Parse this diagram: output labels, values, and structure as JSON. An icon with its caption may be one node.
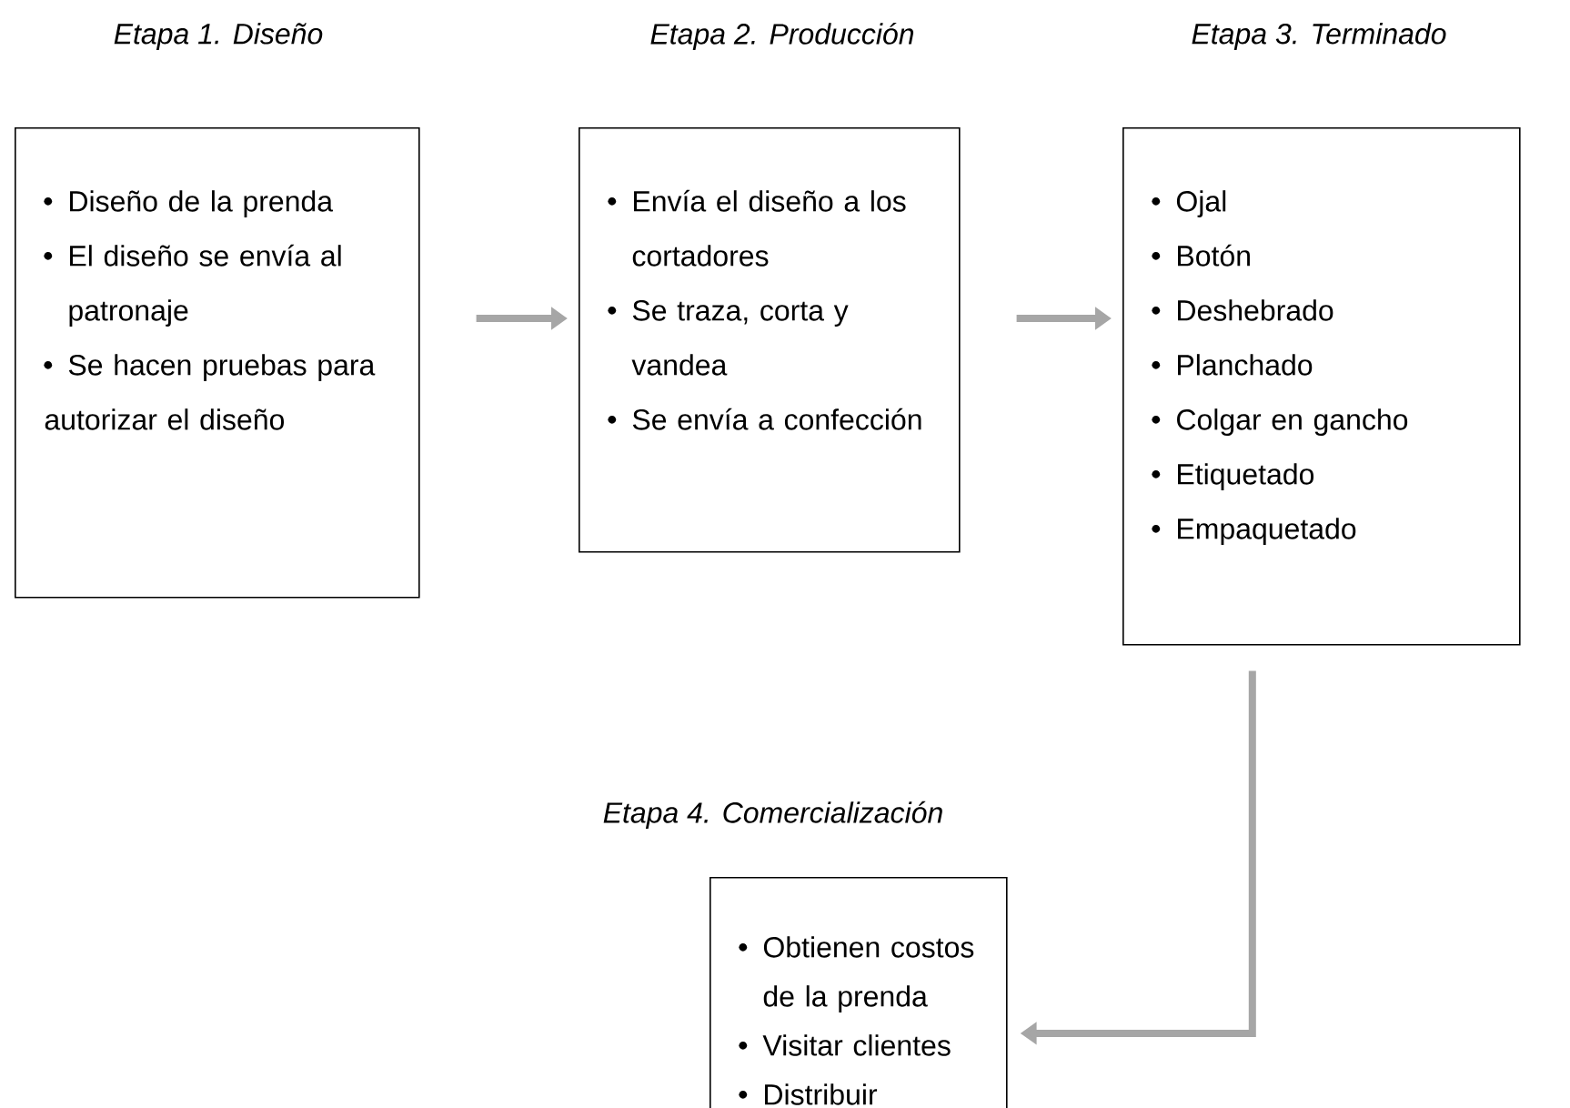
{
  "diagram": {
    "nodes": [
      {
        "text": [
          "Etapa 1. Diseño",
          "Diseño de la prenda",
          "El diseño se envía al patronaje",
          "Se hacen pruebas para autorizar el diseño"
        ]
      },
      {
        "text": [
          "Etapa 2. Producción",
          "Envía el diseño a los cortadores",
          "Se traza, corta y vandea",
          "Se envía a confección"
        ]
      },
      {
        "text": [
          "Etapa 3. Terminado",
          "Ojal",
          "Botón",
          "Deshebrado",
          "Planchado",
          "Colgar en gancho",
          "Etiquetado",
          "Empaquetado"
        ]
      },
      {
        "text": [
          "Etapa 4. Comercialización",
          "Obtienen costos de la prenda",
          "Visitar clientes",
          "Distribuir"
        ]
      }
    ],
    "edges": [
      {
        "from": 0,
        "to": 1,
        "arrow": "to"
      },
      {
        "from": 1,
        "to": 2,
        "arrow": "to"
      },
      {
        "from": 2,
        "to": 3,
        "arrow": "to"
      }
    ]
  }
}
